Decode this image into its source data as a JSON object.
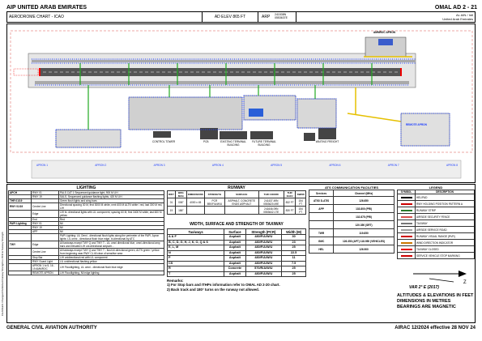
{
  "header": {
    "left_title": "AIP UNITED ARAB EMIRATES",
    "right_title": "OMAL AD 2 - 21",
    "chart_title": "AERODROME CHART - ICAO",
    "ad_elev": "AD ELEV 865 FT",
    "arp_label": "ARP",
    "arp_lat": "241538N",
    "arp_lon": "0553637E",
    "airport_name": "AL AIN / Intl",
    "authority_sub": "United Arab Emirates"
  },
  "map_labels": {
    "hangar": "AMMROC APRON",
    "remote_apron": "REMOTE APRON",
    "tower": "CONTROL TOWER",
    "pcb": "PCB",
    "terminal": "EXISTING TERMINAL BUILDING",
    "future_terminal": "FUTURE TERMINAL BUILDING",
    "rescue": "WAITING FREIGHT",
    "aprons": [
      "APRON 1",
      "APRON 2",
      "APRON 3",
      "APRON 4",
      "APRON 5",
      "APRON 6",
      "APRON 7",
      "APRON 8"
    ]
  },
  "lighting": {
    "title": "LIGHTING",
    "rows": [
      {
        "group": "APCH",
        "sub": "RWY 01",
        "value": "PALS CAT 1 Sequenced guidance light, 900 M LIH"
      },
      {
        "group": "",
        "sub": "RWY 19",
        "value": "SALS, Sequenced guidance flashing lights, 420 M LIH"
      },
      {
        "group": "THR 01/19",
        "sub": "",
        "value": "Green flush lights and wing bars"
      },
      {
        "group": "RWY 01/19",
        "sub": "Centre Line",
        "value": "Directional spacing 30 M, first 3000 M white, next 600 M ALTN white / red, last 300 M red, LIH"
      },
      {
        "group": "",
        "sub": "Edge",
        "value": "LIH bi- directional lights with LIL component, spacing 60 M, first 3400 M white, last 600 M yellow"
      },
      {
        "group": "",
        "sub": "End",
        "value": "Red"
      },
      {
        "group": "PAPI Lighting",
        "sub": "RWY 01",
        "value": "Nil"
      },
      {
        "group": "",
        "sub": "RWY 19",
        "value": "Nil"
      },
      {
        "group": "",
        "sub": "APP",
        "value": "Nil"
      },
      {
        "group": "",
        "sub": "",
        "value": "PAPI Lighting: LIL Omni - directional flush lights along the perimeter of the PAPI. Apron lights: LIL omni - directional flush blue edge, bi-directional by ATC"
      },
      {
        "group": "TWY",
        "sub": "Edge",
        "value": "All taxiways except TWY Q and TWY T - LIL omni directional blue, omni-directional amp bars and elevated LIH uni-directional amps/m..."
      },
      {
        "group": "",
        "sub": "Centre Line",
        "value": "All taxiways except TWY Q and TWY T - flush bi-directional green, ALTN green / yellow from beginning near RWY CL till clear of sensitive area"
      },
      {
        "group": "",
        "sub": "Stop Bar",
        "value": "LIH unidirectional red with LIL component"
      },
      {
        "group": "",
        "sub": "RWY Guard Light",
        "value": "LIL unidirectional flashing yellow"
      },
      {
        "group": "",
        "sub": "APRON 1 to 5, 16 - 19 AMMROC",
        "value": "LIH Floodlighting, LIL omni - directional flush blue edge"
      },
      {
        "group": "",
        "sub": "REMOTE APRON",
        "value": "LIH Floodlighting, Nil edge lighting"
      }
    ]
  },
  "runway": {
    "title": "RUNWAY",
    "headers": [
      "RWY",
      "BRG MAG",
      "DIMENSIONS",
      "STRENGTH",
      "SURFACE",
      "THR COORD",
      "THR ELEV",
      "SWND"
    ],
    "rows": [
      {
        "rwy": "01",
        "brg": "006°",
        "dims": "4000 x 45",
        "strength": "PCR 890/F/A/W/U",
        "surface": "ASPHALT, CONCRETE ENDS ASPHALT",
        "coord": "241437.49N 0553620.49E",
        "elev": "832 FT",
        "swnd": "154 FT"
      },
      {
        "rwy": "19",
        "brg": "186°",
        "dims": "",
        "strength": "",
        "surface": "",
        "coord": "241646.09N 0553642.17E",
        "elev": "830 FT",
        "swnd": "154 FT"
      }
    ]
  },
  "taxiways": {
    "title": "WIDTH, SURFACE AND STRENGTH OF TAXIWAY",
    "headers": [
      "Taxiways",
      "Surface",
      "Strength (PCR)",
      "Width (M)"
    ],
    "rows": [
      [
        "A & F",
        "Asphalt",
        "480/F/A/W/U",
        "30"
      ],
      [
        "B, C, D, G, H, J, K, O, Q & S",
        "Asphalt",
        "480/F/A/W/U",
        "23"
      ],
      [
        "E, L, M",
        "Asphalt",
        "480/F/A/W/U",
        "25"
      ],
      [
        "N",
        "Asphalt",
        "480/F/A/W/U",
        "22.5"
      ],
      [
        "P",
        "Asphalt",
        "480/F/A/W/U",
        "11"
      ],
      [
        "CS",
        "Asphalt",
        "480/F/A/W/U",
        "7.5"
      ],
      [
        "R",
        "Concrete",
        "570/R/A/W/U",
        "25"
      ],
      [
        "T",
        "Asphalt",
        "480/F/A/W/U",
        "25"
      ]
    ]
  },
  "remarks": {
    "title": "Remarks:",
    "items": [
      "1) For Stop bars and ITHPs information refer to OMAL AD 2-20 chart.",
      "2) Back track and 180° turns on the runway not allowed."
    ]
  },
  "ats": {
    "title": "ATS COMMUNICATION FACILITIES",
    "headers": [
      "Services",
      "Channel (MHz)"
    ],
    "rows": [
      [
        "ATIS/ D-ATIS",
        "126.650"
      ],
      [
        "APP",
        "133.800 (PRI)"
      ],
      [
        "",
        "132.875 (PRI)"
      ],
      [
        "",
        "120.350 (SRT)"
      ],
      [
        "TWR",
        "119.850"
      ],
      [
        "GMC",
        "126.350 (APT) 118.950 (VEHICLES)"
      ],
      [
        "HEL",
        "126.900"
      ]
    ]
  },
  "legend": {
    "title": "LEGEND",
    "headers": [
      "SYMBOL",
      "DESCRIPTION"
    ],
    "items": [
      {
        "desc": "HELIPAD",
        "color": "#000000"
      },
      {
        "desc": "RWY HOLDING POSITION PATTERN A",
        "color": "#cc0000"
      },
      {
        "desc": "RUNWAY STRIP",
        "color": "#2a7a2a"
      },
      {
        "desc": "AIRSIDE SECURITY FENCE",
        "color": "#d9534f"
      },
      {
        "desc": "TAXIWAY",
        "color": "#777777"
      },
      {
        "desc": "AIRSIDE SERVICE ROAD",
        "color": "#a0a0a0"
      },
      {
        "desc": "RUNWAY VISUAL RANGE (RVR)",
        "color": "#cc0000"
      },
      {
        "desc": "WIND DIRECTION INDICATOR",
        "color": "#cc7700"
      },
      {
        "desc": "TAXIWAY CLOSED",
        "color": "#e60000"
      },
      {
        "desc": "SERVICE VEHICLE STOP MARKING",
        "color": "#cc0000"
      }
    ]
  },
  "var": {
    "text": "VAR 2° E (2017)"
  },
  "notes": [
    "ALTITUDES & ELEVATIONS IN FEET",
    "DIMENSIONS IN METRES",
    "BEARINGS ARE MAGNETIC"
  ],
  "footer": {
    "left": "GENERAL CIVIL AVIATION AUTHORITY",
    "right": "AIRAC 12/2024 effective 28 NOV 24",
    "side_note": "CHANGES: Changed Published Runway Strength to PCR & Taxiway Strength"
  }
}
